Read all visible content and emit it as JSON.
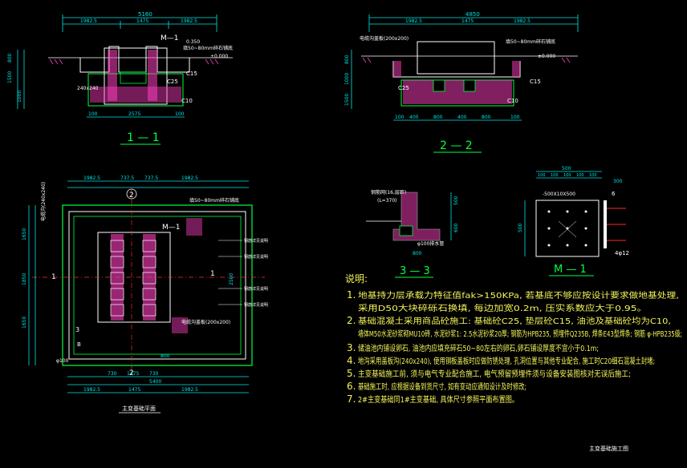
{
  "colors": {
    "background": "#000000",
    "dim": "#00e5e5",
    "outline": "#ffffff",
    "fill": "#ff3fc0",
    "section": "#00ff40",
    "axis": "#ff2a2a",
    "text": "#f4f45a",
    "label": "#d0d0ff"
  },
  "section_1_1": {
    "title": "1 — 1",
    "overall_dim": "5160",
    "sub_dims": [
      "1982.5",
      "1475",
      "1982.5"
    ],
    "cut_mark": "M—1",
    "elev_1": "0.350",
    "elev_2": "±0.000",
    "note_cover": "填50~80mm碎石铺底",
    "label_c25": "C25",
    "label_c10": "C10",
    "label_c15": "C15",
    "pit_label": "240x240",
    "side_dims": [
      "800",
      "1500",
      "1000"
    ],
    "bottom_dims": [
      "100",
      "2575",
      "100"
    ]
  },
  "section_2_2": {
    "title": "2 — 2",
    "overall_dim": "4850",
    "sub_dims": [
      "1982.5",
      "1475",
      "1982.5"
    ],
    "note_cable": "电缆沟盖板(200x200)",
    "note_cover": "填50~80mm碎石铺底",
    "elev": "±0.000",
    "label_c25": "C25",
    "label_c15": "C15",
    "label_c10": "C10",
    "side_dims": [
      "800",
      "1000",
      "1500"
    ],
    "bottom_dims": [
      "100",
      "400",
      "800",
      "400",
      "800",
      "100"
    ]
  },
  "plan": {
    "title": "主变基础平面",
    "top_dims": [
      "1982.5",
      "737.5",
      "737.5",
      "1982.5"
    ],
    "axis_top": "2",
    "axis_bottom": "2",
    "axis_left": "1",
    "axis_right": "1",
    "cut_mark_m": "M—1",
    "cut_3": "3",
    "cover_note": "填50~80mm碎石铺底",
    "pit_note": "电缆沟(240x240)",
    "cable_note": "电缆沟盖板(200x200)",
    "left_dims": [
      "1650",
      "1850",
      "1650"
    ],
    "right_labels": [
      "钢筋详见说明",
      "钢筋详见说明",
      "钢筋详见说明",
      "钢筋详见说明"
    ],
    "right_dim": "2500",
    "bottom_dims": [
      "730",
      "1475",
      "730"
    ],
    "bottom_dim_2": "800",
    "bottom_total": "5400",
    "bottom_sub": [
      "1982.5",
      "1475",
      "1982.5"
    ],
    "drain": "φ100",
    "tag_b": "B"
  },
  "section_3_3": {
    "title": "3 — 3",
    "label_top": "钢筋网(16,层距)",
    "label_top2": "(L=370)",
    "dims": [
      "500",
      "600"
    ],
    "dia": "φ100排水管",
    "bottom": "800"
  },
  "detail_m1": {
    "title": "M — 1",
    "top_dims": [
      "500",
      "300"
    ],
    "sub_dims": [
      "100",
      "100",
      "100",
      "100",
      "100"
    ],
    "plate_label": "-500X10X500",
    "anchor": "6",
    "side_dim": "500",
    "rebar": "4φ12"
  },
  "notes": {
    "heading": "说明:",
    "items": [
      {
        "n": "1.",
        "text": "地基持力层承载力特征值fak>150KPa, 若基底不够应按设计要求做地基处理,"
      },
      {
        "n": "",
        "text": "采用D50大块碎砾石换填, 每边加宽0.2m, 压实系数应大于0.95。"
      },
      {
        "n": "2.",
        "text": "基础混凝土采用商品砼施工: 基础砼C25, 垫层砼C15, 油池及基础砼均为C10,"
      },
      {
        "n": "",
        "text": "墙体M50水泥砂浆砌MU10砖, 水泥砂浆1: 2.5水泥砂浆20厚; 钢筋为HPB235, 预埋件Q235B, 焊条E43型焊条; 钢筋 φ-HPB235级;"
      },
      {
        "n": "3.",
        "text": "储油池内铺设卵石, 油池内应填充碎石50~80左右的卵石,卵石铺设厚度不宜小于0.1m;"
      },
      {
        "n": "4.",
        "text": "地沟采用盖板沟(240x240), 使用钢板盖板时应做防锈处理, 孔洞位置与其他专业配合, 施工时C20细石混凝土封堵;"
      },
      {
        "n": "5.",
        "text": "主变基础施工前, 须与电气专业配合施工, 电气预留预埋件须与设备安装图核对无误后施工;"
      },
      {
        "n": "6.",
        "text": "基础施工时, 应根据设备到货尺寸, 如有变动应通知设计及时修改;"
      },
      {
        "n": "7.",
        "text": "2#主变基础同1#主变基础, 具体尺寸参照平面布置图。"
      }
    ]
  },
  "footer": {
    "drawing_name": "主变基础施工图"
  }
}
